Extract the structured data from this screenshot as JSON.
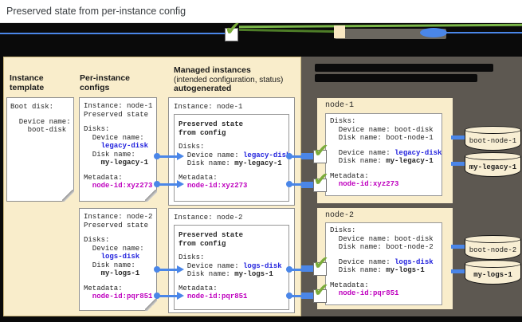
{
  "title": "Preserved state from per-instance config",
  "colors": {
    "accent_blue": "#4a86e8",
    "device_name_blue": "#2222dd",
    "metadata_magenta": "#bf00bf",
    "check_green": "#7aab3a",
    "panel_tan": "#f9edcb",
    "panel_gray": "#5d5851",
    "cylinder_cream": "#f8eed3"
  },
  "columns": {
    "instance_template": {
      "label_line1": "Instance",
      "label_line2": "template"
    },
    "per_instance_configs": {
      "label_line1": "Per-instance",
      "label_line2": "configs"
    },
    "managed_instances": {
      "label_line1": "Managed instances",
      "label_line2": "(intended configuration, status)",
      "label_line3": "autogenerated"
    }
  },
  "instance_template_card": {
    "boot_disk": "Boot disk:",
    "device_label": "  Device name:",
    "device_value": "    boot-disk"
  },
  "per_instance_cards": [
    {
      "instance": "Instance: node-1",
      "preserved": "Preserved state",
      "disks": "Disks:",
      "device_label": "  Device name:",
      "device_value": "    legacy-disk",
      "disk_label": "  Disk name:",
      "disk_value": "    my-legacy-1",
      "metadata": "Metadata:",
      "meta_value": "  node-id:xyz273"
    },
    {
      "instance": "Instance: node-2",
      "preserved": "Preserved state",
      "disks": "Disks:",
      "device_label": "  Device name:",
      "device_value": "    logs-disk",
      "disk_label": "  Disk name:",
      "disk_value": "    my-logs-1",
      "metadata": "Metadata:",
      "meta_value": "  node-id:pqr851"
    }
  ],
  "managed_cards": [
    {
      "instance": "Instance: node-1",
      "preserved_line1": "Preserved state",
      "preserved_line2": "from config",
      "disks": "Disks:",
      "device_prefix": "  Device name: ",
      "device_value": "legacy-disk",
      "disk_prefix": "  Disk name: ",
      "disk_value": "my-legacy-1",
      "metadata": "Metadata:",
      "meta_prefix": "  ",
      "meta_value": "node-id:xyz273"
    },
    {
      "instance": "Instance: node-2",
      "preserved_line1": "Preserved state",
      "preserved_line2": "from config",
      "disks": "Disks:",
      "device_prefix": "  Device name: ",
      "device_value": "logs-disk",
      "disk_prefix": "  Disk name: ",
      "disk_value": "my-logs-1",
      "metadata": "Metadata:",
      "meta_prefix": "  ",
      "meta_value": "node-id:pqr851"
    }
  ],
  "vm_cards": [
    {
      "name": "node-1",
      "disks": "Disks:",
      "boot_device": "  Device name: boot-disk",
      "boot_disk": "  Disk name: boot-node-1",
      "device_prefix": "  Device name: ",
      "device_value": "legacy-disk",
      "disk_prefix": "  Disk name: ",
      "disk_value": "my-legacy-1",
      "metadata": "Metadata:",
      "meta_prefix": "  ",
      "meta_value": "node-id:xyz273",
      "disk_cylinders": [
        {
          "label": "boot-node-1"
        },
        {
          "label": "my-legacy-1"
        }
      ]
    },
    {
      "name": "node-2",
      "disks": "Disks:",
      "boot_device": "  Device name: boot-disk",
      "boot_disk": "  Disk name: boot-node-2",
      "device_prefix": "  Device name: ",
      "device_value": "logs-disk",
      "disk_prefix": "  Disk name: ",
      "disk_value": "my-logs-1",
      "metadata": "Metadata:",
      "meta_prefix": "  ",
      "meta_value": "node-id:pqr851",
      "disk_cylinders": [
        {
          "label": "boot-node-2"
        },
        {
          "label": "my-logs-1"
        }
      ]
    }
  ]
}
